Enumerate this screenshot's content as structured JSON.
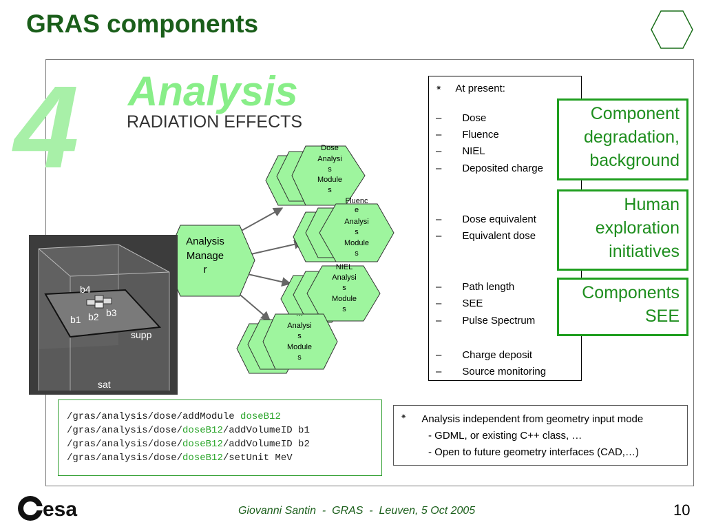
{
  "slide": {
    "title": "GRAS components",
    "number_mark": "4",
    "section_title": "Analysis",
    "section_subtitle": "RADIATION EFFECTS"
  },
  "diagram": {
    "manager": [
      "Analysis",
      "Manage",
      "r"
    ],
    "modules": [
      {
        "lines": [
          "Dose",
          "Analysi",
          "s",
          "Module",
          "s"
        ]
      },
      {
        "lines": [
          "Fluenc",
          "e",
          "Analysi",
          "s",
          "Module",
          "s"
        ]
      },
      {
        "lines": [
          "NIEL",
          "Analysi",
          "s",
          "Module",
          "s"
        ]
      },
      {
        "lines": [
          "…",
          "Analysi",
          "s",
          "Module",
          "s"
        ]
      }
    ]
  },
  "geometry": {
    "labels": {
      "b4": "b4",
      "b1": "b1",
      "b2": "b2",
      "b3": "b3",
      "supp": "supp",
      "sat": "sat"
    }
  },
  "list": {
    "header": "At present:",
    "groups": [
      [
        "Dose",
        "Fluence",
        "NIEL",
        "Deposited charge"
      ],
      [
        "Dose equivalent",
        "Equivalent dose"
      ],
      [
        "Path length",
        "SEE",
        "Pulse Spectrum"
      ],
      [
        "Charge deposit",
        "Source monitoring"
      ]
    ],
    "dash": "–"
  },
  "callouts": [
    {
      "lines": [
        "Component",
        "degradation,",
        "background"
      ]
    },
    {
      "lines": [
        "Human",
        "exploration",
        "initiatives"
      ]
    },
    {
      "lines": [
        "Components",
        "SEE"
      ]
    }
  ],
  "code": {
    "lines": [
      {
        "pre": "/gras/analysis/dose/addModule ",
        "hl": "doseB12",
        "post": ""
      },
      {
        "pre": "/gras/analysis/dose/",
        "hl": "doseB12",
        "post": "/addVolumeID b1"
      },
      {
        "pre": "/gras/analysis/dose/",
        "hl": "doseB12",
        "post": "/addVolumeID b2"
      },
      {
        "pre": "/gras/analysis/dose/",
        "hl": "doseB12",
        "post": "/setUnit MeV"
      }
    ]
  },
  "note": {
    "main": "Analysis independent from geometry input mode",
    "subs": [
      "- GDML, or existing C++ class, …",
      "- Open to future geometry interfaces (CAD,…)"
    ]
  },
  "footer": {
    "logo_text": "esa",
    "credit": "Giovanni Santin  -  GRAS  -  Leuven, 5 Oct 2005",
    "page": "10"
  },
  "colors": {
    "title": "#1a5e1a",
    "accent": "#1e9e1e",
    "hex_fill": "#9ef59e",
    "watermark": "#a8f0a8"
  }
}
